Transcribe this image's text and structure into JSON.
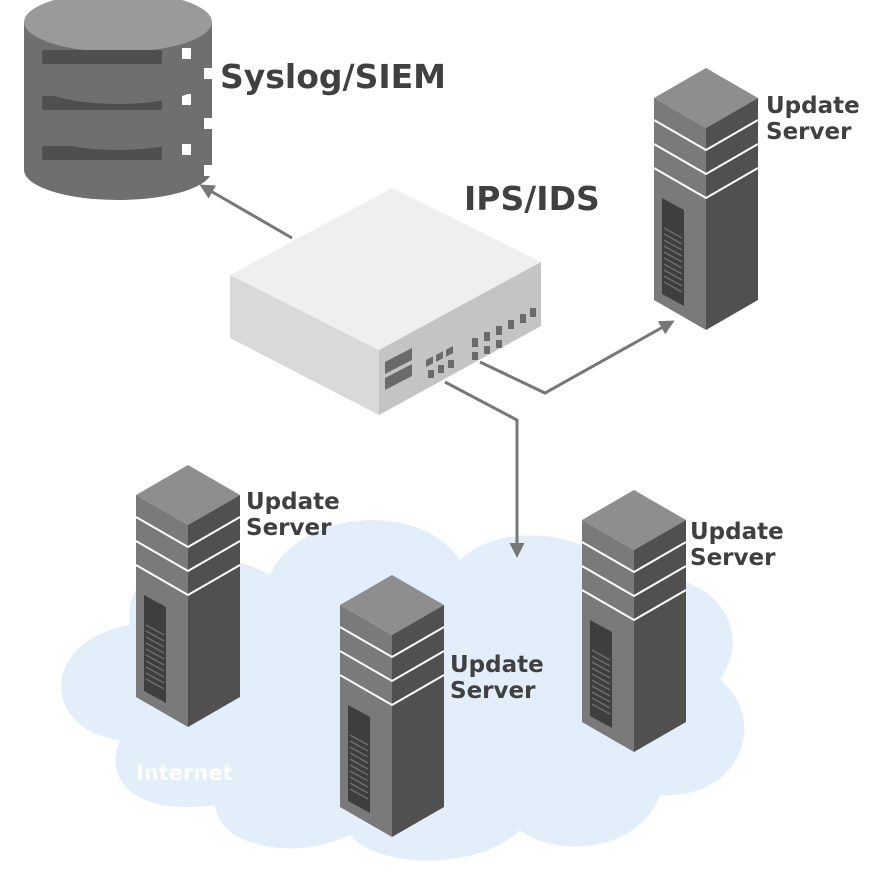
{
  "labels": {
    "siem": "Syslog/SIEM",
    "ips": "IPS/IDS",
    "update_server_line1": "Update",
    "update_server_line2": "Server",
    "internet": "Internet"
  },
  "colors": {
    "server_dark": "#555555",
    "server_mid": "#7a7a7a",
    "server_top": "#8e8e8e",
    "cloud": "#e3eefb",
    "arrow": "#777777",
    "appliance_top": "#efefef",
    "appliance_front": "#d9d9d9",
    "appliance_side": "#c4c4c4",
    "text": "#404040"
  }
}
